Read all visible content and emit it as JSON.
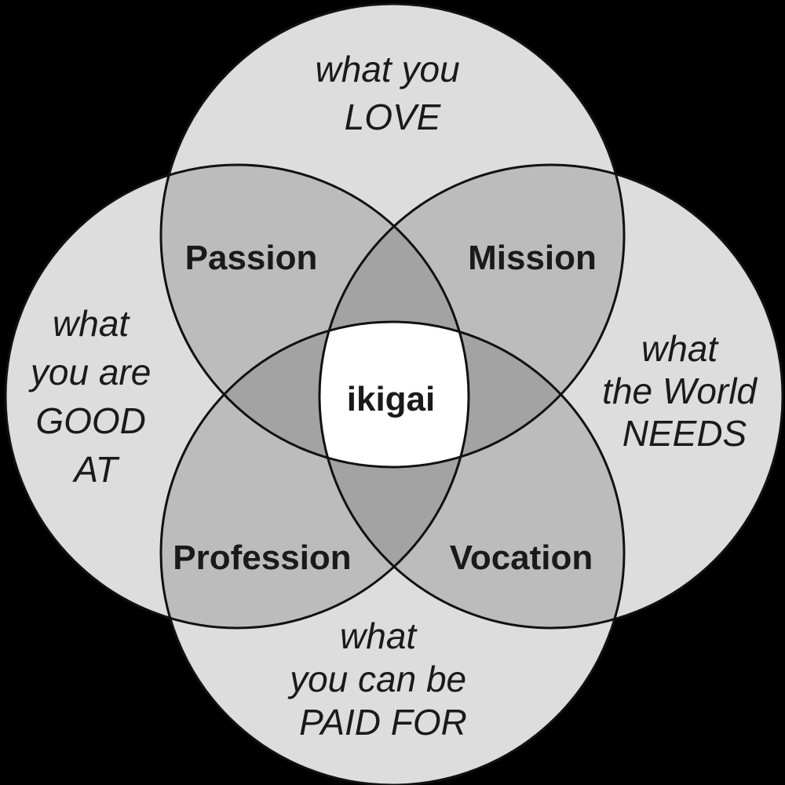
{
  "colors": {
    "background": "#000000",
    "single": "#dddddd",
    "double": "#bcbcbc",
    "triple": "#a3a3a3",
    "center": "#ffffff",
    "stroke": "#111111"
  },
  "circles": {
    "love": {
      "lines": [
        "what you",
        "LOVE"
      ]
    },
    "good_at": {
      "lines": [
        "what",
        "you are",
        "GOOD",
        "AT"
      ]
    },
    "world_needs": {
      "lines": [
        "what",
        "the World",
        "NEEDS"
      ]
    },
    "paid_for": {
      "lines": [
        "what",
        "you can be",
        "PAID FOR"
      ]
    }
  },
  "zones": {
    "passion": "Passion",
    "mission": "Mission",
    "profession": "Profession",
    "vocation": "Vocation"
  },
  "center": "ikigai"
}
